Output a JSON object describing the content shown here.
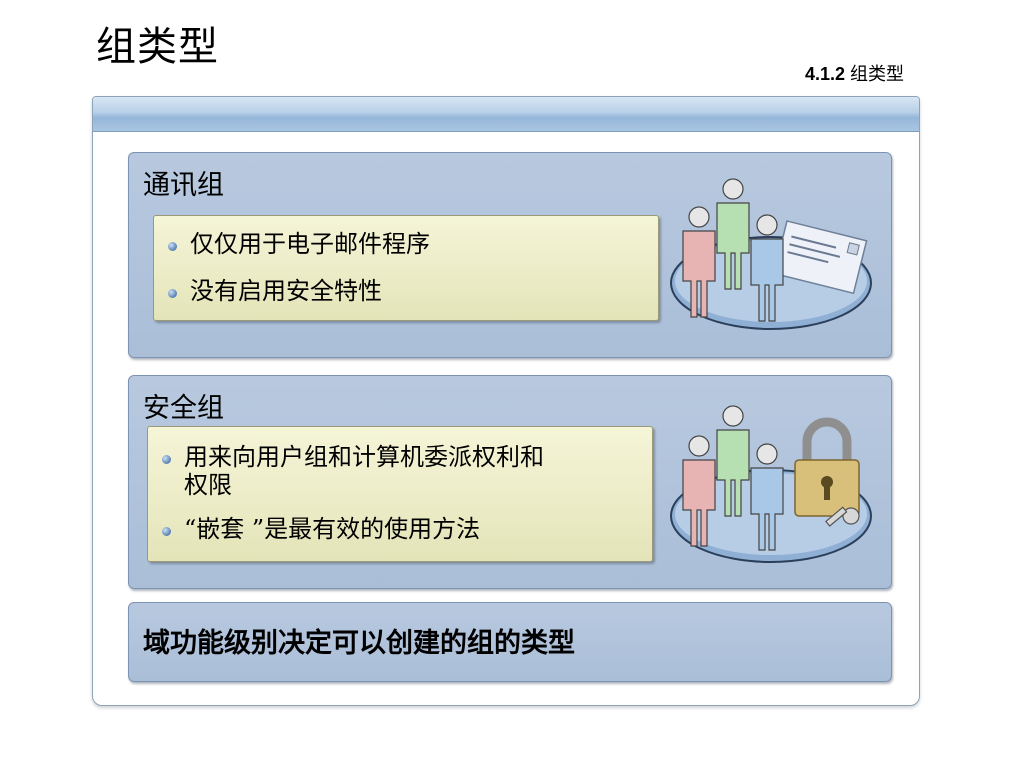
{
  "slide": {
    "title": "组类型",
    "section_number": "4.1.2",
    "section_label": "组类型"
  },
  "panels": [
    {
      "title": "通讯组",
      "bullets": [
        "仅仅用于电子邮件程序",
        "没有启用安全特性"
      ],
      "icon": "people-envelope-icon"
    },
    {
      "title": "安全组",
      "bullets": [
        "用来向用户组和计算机委派权利和权限",
        "“嵌套 ”是最有效的使用方法"
      ],
      "bullet_lines": [
        [
          "用来向用户组和计算机委派权利和",
          "权限"
        ]
      ],
      "icon": "people-lock-icon"
    },
    {
      "title": "域功能级别决定可以创建的组的类型"
    }
  ],
  "colors": {
    "panel_bg": "#aabed8",
    "inner_bg": "#eaeac2",
    "person_red": "#e8b3b3",
    "person_green": "#b7e0b2",
    "person_blue": "#a9c8e8"
  }
}
